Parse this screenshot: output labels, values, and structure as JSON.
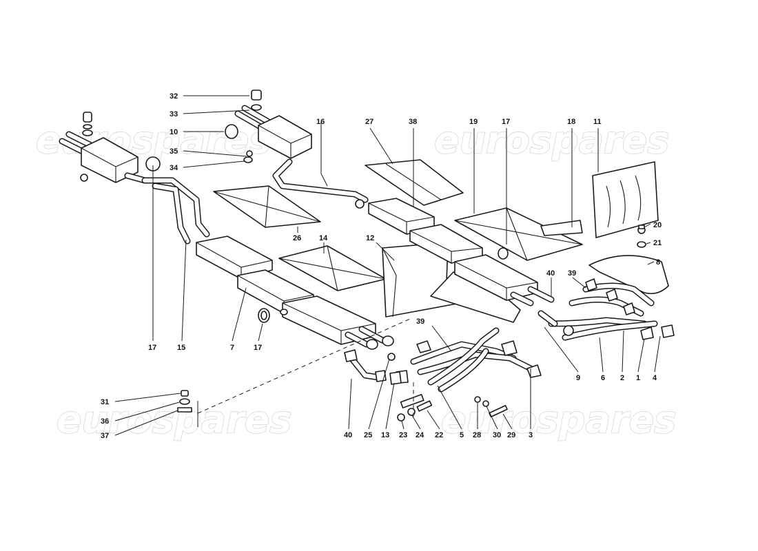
{
  "watermark": {
    "text": "eurospares"
  },
  "labels": [
    {
      "id": "l32",
      "text": "32"
    },
    {
      "id": "l33",
      "text": "33"
    },
    {
      "id": "l10",
      "text": "10"
    },
    {
      "id": "l35",
      "text": "35"
    },
    {
      "id": "l34",
      "text": "34"
    },
    {
      "id": "l16",
      "text": "16"
    },
    {
      "id": "l27",
      "text": "27"
    },
    {
      "id": "l38",
      "text": "38"
    },
    {
      "id": "l19",
      "text": "19"
    },
    {
      "id": "l17a",
      "text": "17"
    },
    {
      "id": "l18",
      "text": "18"
    },
    {
      "id": "l11",
      "text": "11"
    },
    {
      "id": "l20",
      "text": "20"
    },
    {
      "id": "l21",
      "text": "21"
    },
    {
      "id": "l8",
      "text": "8"
    },
    {
      "id": "l26",
      "text": "26"
    },
    {
      "id": "l14",
      "text": "14"
    },
    {
      "id": "l12",
      "text": "12"
    },
    {
      "id": "l40a",
      "text": "40"
    },
    {
      "id": "l39a",
      "text": "39"
    },
    {
      "id": "l17b",
      "text": "17"
    },
    {
      "id": "l15",
      "text": "15"
    },
    {
      "id": "l7",
      "text": "7"
    },
    {
      "id": "l17c",
      "text": "17"
    },
    {
      "id": "l39b",
      "text": "39"
    },
    {
      "id": "l9",
      "text": "9"
    },
    {
      "id": "l6",
      "text": "6"
    },
    {
      "id": "l2",
      "text": "2"
    },
    {
      "id": "l1",
      "text": "1"
    },
    {
      "id": "l4",
      "text": "4"
    },
    {
      "id": "l31",
      "text": "31"
    },
    {
      "id": "l36",
      "text": "36"
    },
    {
      "id": "l37",
      "text": "37"
    },
    {
      "id": "l40b",
      "text": "40"
    },
    {
      "id": "l25",
      "text": "25"
    },
    {
      "id": "l13",
      "text": "13"
    },
    {
      "id": "l23",
      "text": "23"
    },
    {
      "id": "l24",
      "text": "24"
    },
    {
      "id": "l22",
      "text": "22"
    },
    {
      "id": "l5",
      "text": "5"
    },
    {
      "id": "l28",
      "text": "28"
    },
    {
      "id": "l30",
      "text": "30"
    },
    {
      "id": "l29",
      "text": "29"
    },
    {
      "id": "l3",
      "text": "3"
    }
  ]
}
